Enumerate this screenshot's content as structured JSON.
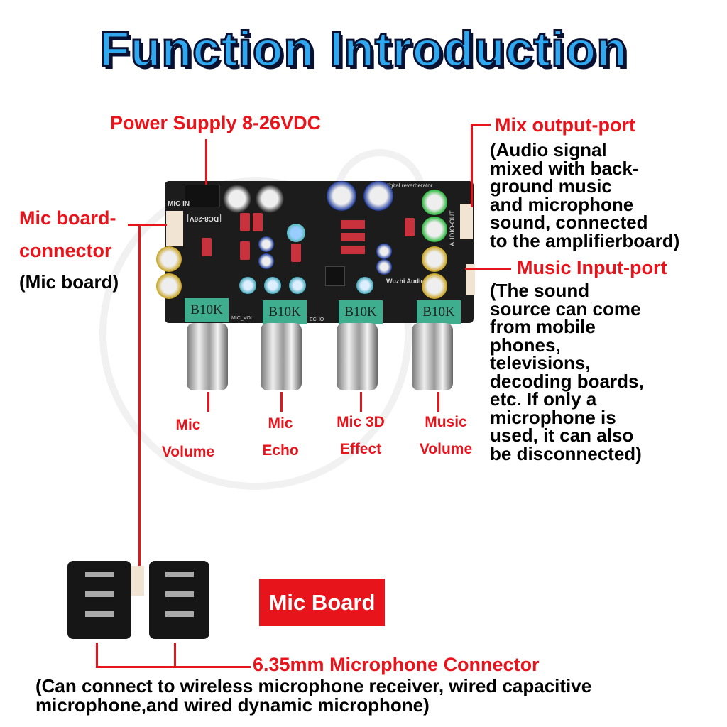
{
  "title": "Function Introduction",
  "labels": {
    "power_supply": "Power Supply 8-26VDC",
    "mic_board_connector": [
      "Mic board-",
      "connector"
    ],
    "mic_board_note": "(Mic board)",
    "mix_output": "Mix output-port",
    "mix_output_desc": [
      "(Audio signal",
      "mixed with back-",
      "ground music",
      "and microphone",
      "sound, connected",
      "to the amplifierboard)"
    ],
    "music_input": "Music Input-port",
    "music_input_desc": [
      "(The sound",
      "source can come",
      "from mobile",
      "phones,",
      "televisions,",
      "decoding boards,",
      "etc. If only a",
      "microphone is",
      "used, it can also",
      "be disconnected)"
    ],
    "knobs": [
      {
        "line1": "Mic",
        "line2": "Volume"
      },
      {
        "line1": "Mic",
        "line2": "Echo"
      },
      {
        "line1": "Mic 3D",
        "line2": "Effect"
      },
      {
        "line1": "Music",
        "line2": "Volume"
      }
    ],
    "mic_board": "Mic Board",
    "connector": "6.35mm Microphone Connector",
    "connector_desc": [
      "(Can connect to wireless microphone receiver, wired capacitive",
      "microphone,and wired dynamic microphone)"
    ]
  },
  "pcb": {
    "pot_value": "B10K",
    "silk": {
      "dc": "DC8-26V",
      "mic_in": "MIC IN",
      "audio_out": "AUDIO-OUT",
      "brand": "Wuzhi Audio",
      "header": "ke digital reverberator",
      "mic_vol": "MIC_VOL",
      "echo": "ECHO"
    }
  },
  "colors": {
    "accent_red": "#e8141b",
    "title_blue": "#2fa8f0"
  }
}
